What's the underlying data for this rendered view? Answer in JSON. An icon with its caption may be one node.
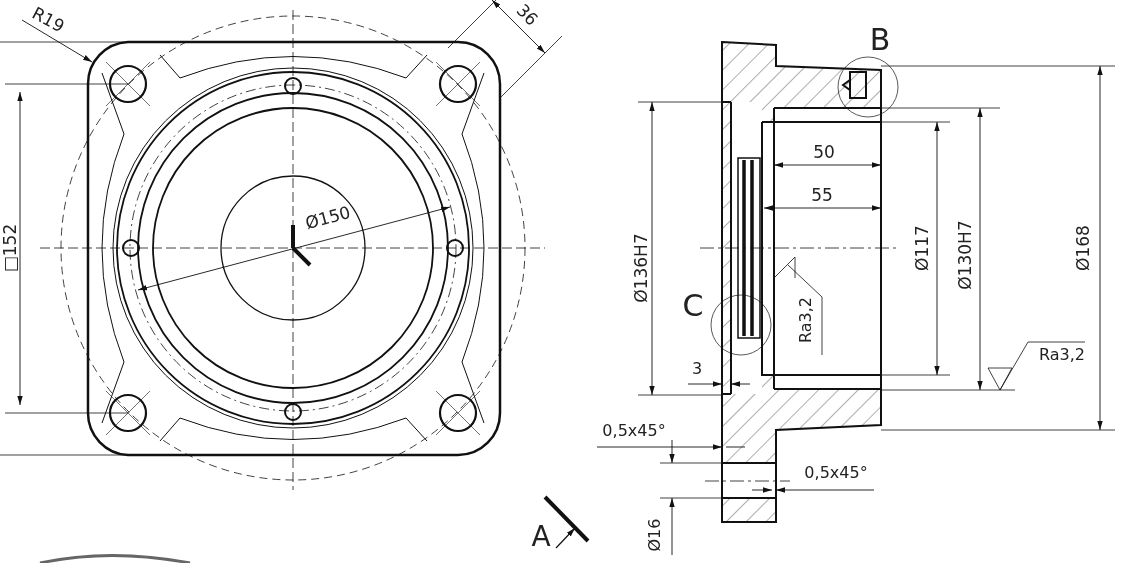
{
  "diagram": {
    "labels": [
      "R19",
      "36",
      "B",
      "□152",
      "Ø150",
      "50",
      "55",
      "Ø136H7",
      "Ø117",
      "Ø130H7",
      "Ø168",
      "C",
      "Ra3,2",
      "Ra3,2",
      "3",
      "0,5x45°",
      "0,5x45°",
      "A",
      "Ø16"
    ]
  }
}
